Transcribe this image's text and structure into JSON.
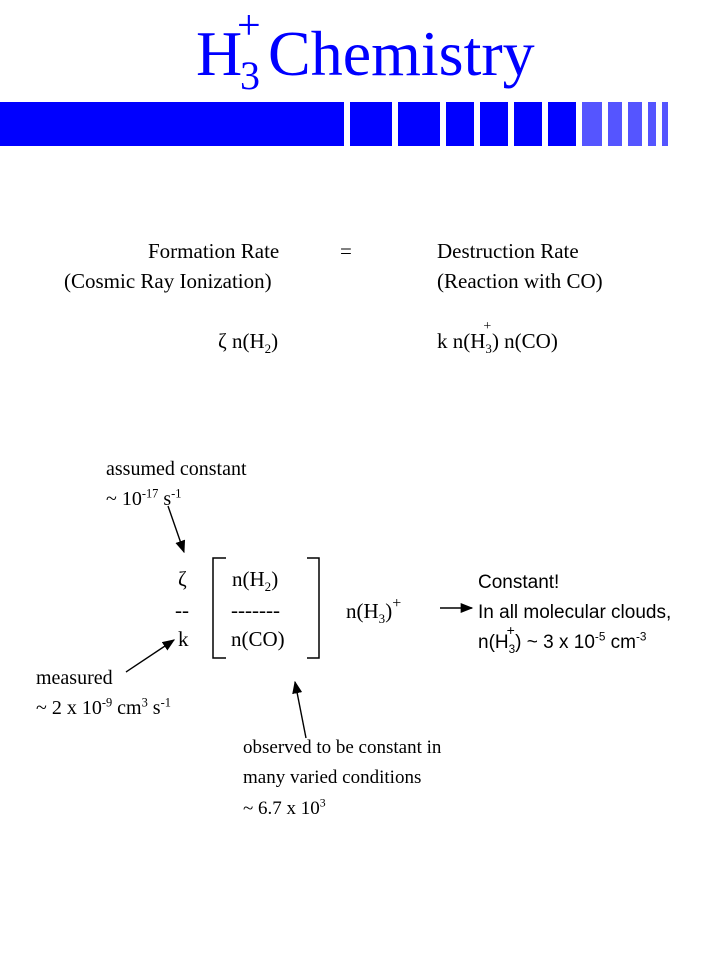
{
  "title": {
    "h": "H",
    "subscript": "3",
    "superscript": "+",
    "word": "Chemistry"
  },
  "colors": {
    "title": "#0000ff",
    "bar": "#0000ff",
    "bar_light": "#5555ff"
  },
  "equation": {
    "left_label": "Formation Rate",
    "left_sub": "(Cosmic Ray Ionization)",
    "equals": "=",
    "right_label": "Destruction Rate",
    "right_sub": "(Reaction with CO)",
    "zeta": "ζ",
    "left_expr_prefix": "n(H",
    "h2_sub": "2",
    "close": ")",
    "right_k": "k n(H",
    "h3_sub": "3",
    "plus": "+",
    "right_expr_suffix": ") n(CO)"
  },
  "ratio": {
    "zeta": "ζ",
    "dash_short": "--",
    "k": "k",
    "num_prefix": "n(H",
    "num_sub": "2",
    "num_close": ")",
    "dash_long": "-------",
    "den": "n(CO)",
    "result_prefix": "n(H",
    "result_sub": "3",
    "result_close": ")",
    "result_plus": "+"
  },
  "notes": {
    "assumed_line1": "assumed constant",
    "assumed_prefix": "~ 10",
    "assumed_exp": "-17",
    "assumed_unit": " s",
    "assumed_unit_exp": "-1",
    "measured_line1": "measured",
    "measured_prefix": "~ 2 x 10",
    "measured_exp": "-9",
    "measured_unit": " cm",
    "measured_unit_exp": "3",
    "measured_s": " s",
    "measured_s_exp": "-1",
    "observed_line1": "observed to be constant in",
    "observed_line2": "many varied conditions",
    "observed_prefix": "~ 6.7 x 10",
    "observed_exp": "3",
    "constant_line1": "Constant!",
    "constant_line2": "In all molecular clouds,",
    "constant_prefix": "n(H",
    "constant_sub": "3",
    "constant_plus": "+",
    "constant_mid": ") ~ 3 x 10",
    "constant_exp": "-5",
    "constant_unit": " cm",
    "constant_unit_exp": "-3"
  }
}
